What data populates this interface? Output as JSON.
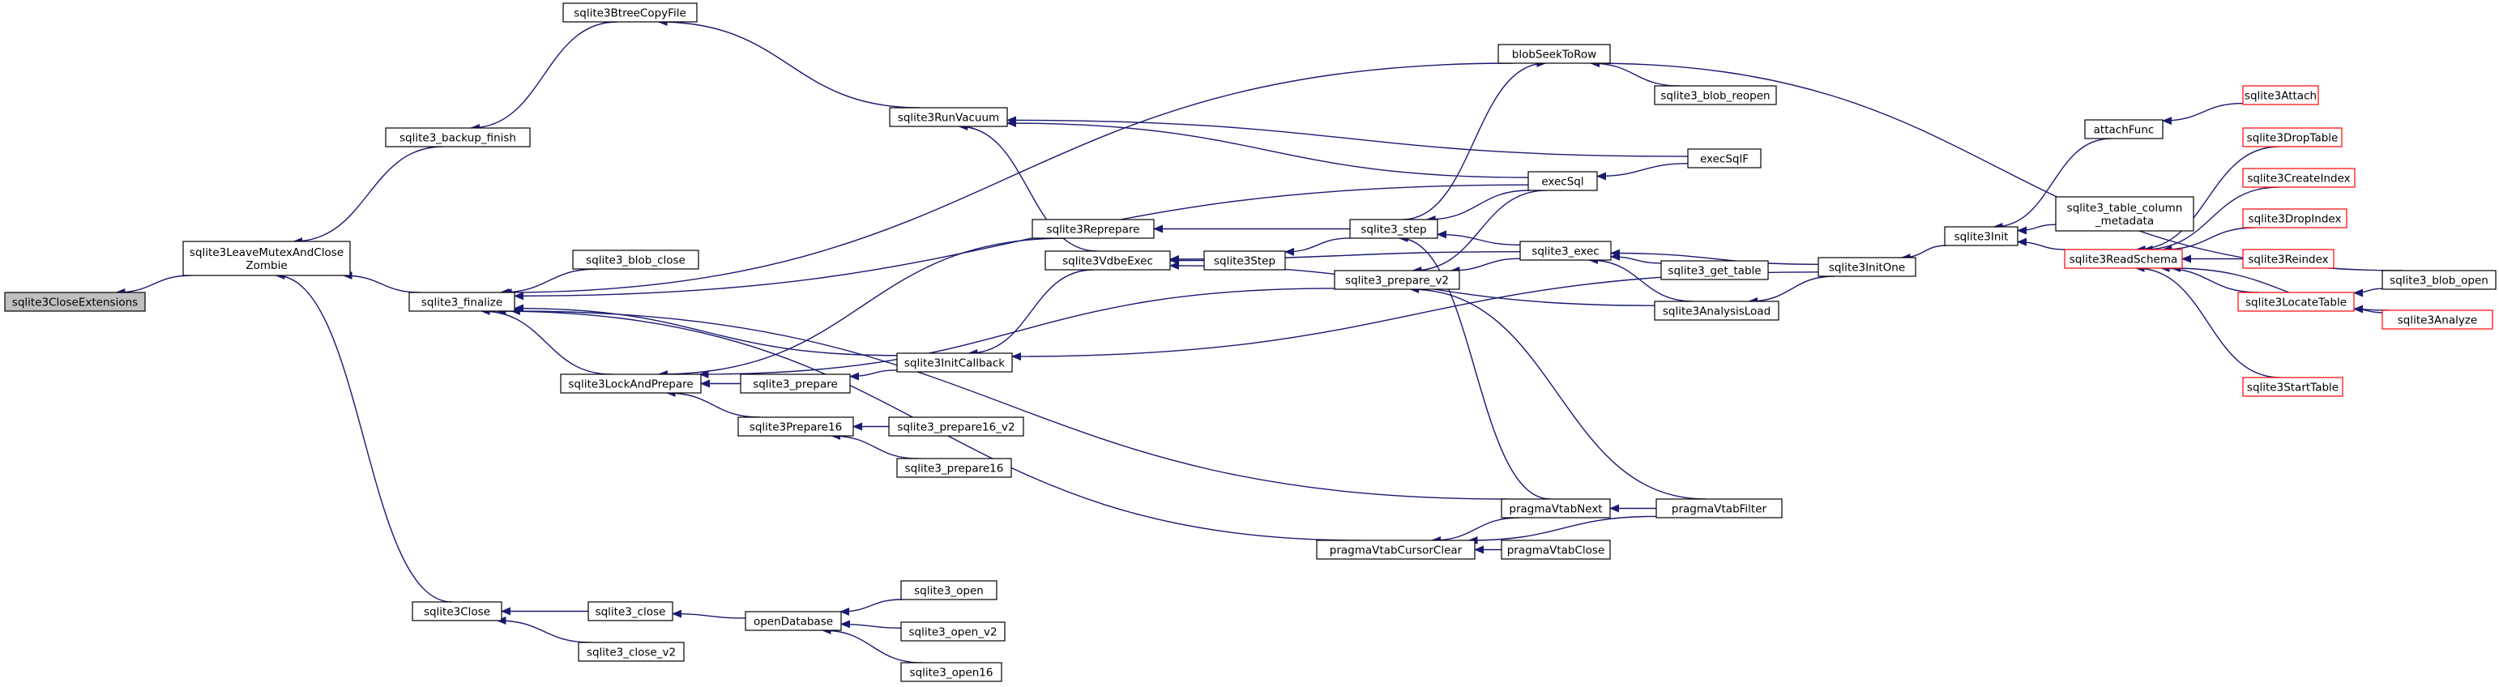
{
  "colors": {
    "edge": "#191970",
    "node_border": "#000000",
    "node_fill": "#ffffff",
    "focus_fill": "#bfbfbf",
    "truncated_border": "#ff0000"
  },
  "nodes": [
    {
      "id": "n1",
      "lines": [
        "sqlite3CloseExtensions"
      ],
      "style": "focus"
    },
    {
      "id": "n2",
      "lines": [
        "sqlite3LeaveMutexAndClose",
        "Zombie"
      ],
      "style": "normal"
    },
    {
      "id": "n3",
      "lines": [
        "sqlite3_backup_finish"
      ],
      "style": "normal"
    },
    {
      "id": "n4",
      "lines": [
        "sqlite3_finalize"
      ],
      "style": "normal"
    },
    {
      "id": "n5",
      "lines": [
        "sqlite3Close"
      ],
      "style": "normal"
    },
    {
      "id": "n6",
      "lines": [
        "sqlite3BtreeCopyFile"
      ],
      "style": "normal"
    },
    {
      "id": "n7",
      "lines": [
        "sqlite3_blob_close"
      ],
      "style": "normal"
    },
    {
      "id": "n8",
      "lines": [
        "sqlite3LockAndPrepare"
      ],
      "style": "normal"
    },
    {
      "id": "n9",
      "lines": [
        "sqlite3_close"
      ],
      "style": "normal"
    },
    {
      "id": "n10",
      "lines": [
        "sqlite3_close_v2"
      ],
      "style": "normal"
    },
    {
      "id": "n11",
      "lines": [
        "sqlite3RunVacuum"
      ],
      "style": "normal"
    },
    {
      "id": "n12",
      "lines": [
        "sqlite3Reprepare"
      ],
      "style": "normal"
    },
    {
      "id": "n13",
      "lines": [
        "sqlite3_prepare"
      ],
      "style": "normal"
    },
    {
      "id": "n14",
      "lines": [
        "sqlite3InitCallback"
      ],
      "style": "normal"
    },
    {
      "id": "n15",
      "lines": [
        "sqlite3Prepare16"
      ],
      "style": "normal"
    },
    {
      "id": "n16",
      "lines": [
        "sqlite3_prepare16_v2"
      ],
      "style": "normal"
    },
    {
      "id": "n17",
      "lines": [
        "sqlite3_prepare16"
      ],
      "style": "normal"
    },
    {
      "id": "n18",
      "lines": [
        "openDatabase"
      ],
      "style": "normal"
    },
    {
      "id": "n19",
      "lines": [
        "sqlite3_open"
      ],
      "style": "normal"
    },
    {
      "id": "n20",
      "lines": [
        "sqlite3_open_v2"
      ],
      "style": "normal"
    },
    {
      "id": "n21",
      "lines": [
        "sqlite3_open16"
      ],
      "style": "normal"
    },
    {
      "id": "n22",
      "lines": [
        "sqlite3Step"
      ],
      "style": "normal"
    },
    {
      "id": "n23",
      "lines": [
        "sqlite3VdbeExec"
      ],
      "style": "normal"
    },
    {
      "id": "n24",
      "lines": [
        "sqlite3_step"
      ],
      "style": "normal"
    },
    {
      "id": "n25",
      "lines": [
        "sqlite3_prepare_v2"
      ],
      "style": "normal"
    },
    {
      "id": "n26",
      "lines": [
        "pragmaVtabCursorClear"
      ],
      "style": "normal"
    },
    {
      "id": "n27",
      "lines": [
        "blobSeekToRow"
      ],
      "style": "normal"
    },
    {
      "id": "n28",
      "lines": [
        "execSql"
      ],
      "style": "normal"
    },
    {
      "id": "n29",
      "lines": [
        "sqlite3_exec"
      ],
      "style": "normal"
    },
    {
      "id": "n30",
      "lines": [
        "pragmaVtabNext"
      ],
      "style": "normal"
    },
    {
      "id": "n31",
      "lines": [
        "pragmaVtabClose"
      ],
      "style": "normal"
    },
    {
      "id": "n32",
      "lines": [
        "sqlite3_blob_reopen"
      ],
      "style": "normal"
    },
    {
      "id": "n33",
      "lines": [
        "execSqlF"
      ],
      "style": "normal"
    },
    {
      "id": "n34",
      "lines": [
        "sqlite3_get_table"
      ],
      "style": "normal"
    },
    {
      "id": "n35",
      "lines": [
        "sqlite3AnalysisLoad"
      ],
      "style": "normal"
    },
    {
      "id": "n36",
      "lines": [
        "pragmaVtabFilter"
      ],
      "style": "normal"
    },
    {
      "id": "n37",
      "lines": [
        "sqlite3InitOne"
      ],
      "style": "normal"
    },
    {
      "id": "n38",
      "lines": [
        "sqlite3Init"
      ],
      "style": "normal"
    },
    {
      "id": "n39",
      "lines": [
        "attachFunc"
      ],
      "style": "normal"
    },
    {
      "id": "n40",
      "lines": [
        "sqlite3_table_column",
        "_metadata"
      ],
      "style": "normal"
    },
    {
      "id": "n41",
      "lines": [
        "sqlite3ReadSchema"
      ],
      "style": "truncated"
    },
    {
      "id": "n42",
      "lines": [
        "sqlite3Attach"
      ],
      "style": "truncated"
    },
    {
      "id": "n43",
      "lines": [
        "sqlite3DropTable"
      ],
      "style": "truncated"
    },
    {
      "id": "n44",
      "lines": [
        "sqlite3CreateIndex"
      ],
      "style": "truncated"
    },
    {
      "id": "n45",
      "lines": [
        "sqlite3DropIndex"
      ],
      "style": "truncated"
    },
    {
      "id": "n46",
      "lines": [
        "sqlite3Reindex"
      ],
      "style": "truncated"
    },
    {
      "id": "n47",
      "lines": [
        "sqlite3LocateTable"
      ],
      "style": "truncated"
    },
    {
      "id": "n48",
      "lines": [
        "sqlite3StartTable"
      ],
      "style": "truncated"
    },
    {
      "id": "n49",
      "lines": [
        "sqlite3_blob_open"
      ],
      "style": "normal"
    },
    {
      "id": "n50",
      "lines": [
        "sqlite3Analyze"
      ],
      "style": "truncated"
    }
  ],
  "edges": [
    [
      "n2",
      "n1"
    ],
    [
      "n4",
      "n2"
    ],
    [
      "n3",
      "n2"
    ],
    [
      "n5",
      "n2"
    ],
    [
      "n6",
      "n3"
    ],
    [
      "n11",
      "n6"
    ],
    [
      "n27",
      "n4"
    ],
    [
      "n28",
      "n4"
    ],
    [
      "n7",
      "n4"
    ],
    [
      "n8",
      "n4"
    ],
    [
      "n14",
      "n4"
    ],
    [
      "n30",
      "n4"
    ],
    [
      "n26",
      "n4"
    ],
    [
      "n9",
      "n5"
    ],
    [
      "n10",
      "n5"
    ],
    [
      "n12",
      "n8"
    ],
    [
      "n13",
      "n8"
    ],
    [
      "n15",
      "n8"
    ],
    [
      "n25",
      "n8"
    ],
    [
      "n18",
      "n9"
    ],
    [
      "n28",
      "n11"
    ],
    [
      "n33",
      "n11"
    ],
    [
      "n23",
      "n11"
    ],
    [
      "n24",
      "n12"
    ],
    [
      "n14",
      "n13"
    ],
    [
      "n16",
      "n15"
    ],
    [
      "n17",
      "n15"
    ],
    [
      "n19",
      "n18"
    ],
    [
      "n20",
      "n18"
    ],
    [
      "n21",
      "n18"
    ],
    [
      "n24",
      "n22"
    ],
    [
      "n22",
      "n23"
    ],
    [
      "n29",
      "n23"
    ],
    [
      "n35",
      "n23"
    ],
    [
      "n23",
      "n14"
    ],
    [
      "n37",
      "n14"
    ],
    [
      "n28",
      "n24"
    ],
    [
      "n29",
      "n24"
    ],
    [
      "n30",
      "n24"
    ],
    [
      "n28",
      "n25"
    ],
    [
      "n29",
      "n25"
    ],
    [
      "n36",
      "n25"
    ],
    [
      "n30",
      "n26"
    ],
    [
      "n31",
      "n26"
    ],
    [
      "n36",
      "n26"
    ],
    [
      "n24",
      "n27"
    ],
    [
      "n32",
      "n27"
    ],
    [
      "n49",
      "n27"
    ],
    [
      "n33",
      "n28"
    ],
    [
      "n34",
      "n29"
    ],
    [
      "n35",
      "n29"
    ],
    [
      "n37",
      "n29"
    ],
    [
      "n36",
      "n30"
    ],
    [
      "n37",
      "n35"
    ],
    [
      "n38",
      "n37"
    ],
    [
      "n39",
      "n38"
    ],
    [
      "n40",
      "n38"
    ],
    [
      "n41",
      "n38"
    ],
    [
      "n42",
      "n39"
    ],
    [
      "n43",
      "n41"
    ],
    [
      "n44",
      "n41"
    ],
    [
      "n45",
      "n41"
    ],
    [
      "n46",
      "n41"
    ],
    [
      "n47",
      "n41"
    ],
    [
      "n48",
      "n41"
    ],
    [
      "n50",
      "n41"
    ],
    [
      "n49",
      "n47"
    ],
    [
      "n50",
      "n47"
    ]
  ]
}
